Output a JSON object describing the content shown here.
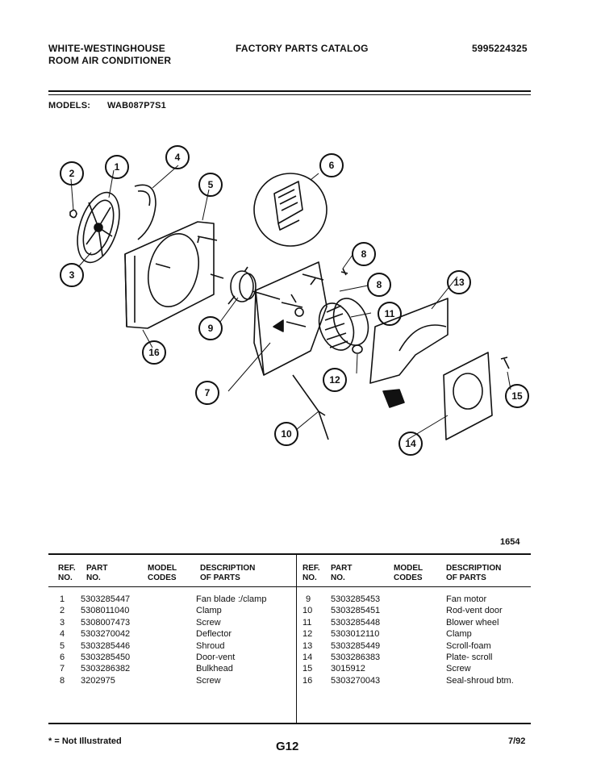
{
  "header": {
    "brand_line1": "WHITE-WESTINGHOUSE",
    "brand_line2": "ROOM AIR CONDITIONER",
    "catalog_title": "FACTORY PARTS CATALOG",
    "catalog_number": "5995224325",
    "models_label": "MODELS:",
    "models_value": "WAB087P7S1"
  },
  "diagram": {
    "figure_number": "1654",
    "callouts": [
      "1",
      "2",
      "3",
      "4",
      "5",
      "6",
      "7",
      "8",
      "9",
      "10",
      "11",
      "12",
      "13",
      "14",
      "15",
      "16"
    ]
  },
  "table": {
    "headers": {
      "ref": "REF.\nNO.",
      "part": "PART\nNO.",
      "model": "MODEL\nCODES",
      "desc": "DESCRIPTION\nOF PARTS"
    },
    "left_rows": [
      {
        "ref": "1",
        "part": "5303285447",
        "desc": "Fan blade :/clamp"
      },
      {
        "ref": "2",
        "part": "5308011040",
        "desc": "Clamp"
      },
      {
        "ref": "3",
        "part": "5308007473",
        "desc": "Screw"
      },
      {
        "ref": "4",
        "part": "5303270042",
        "desc": "Deflector"
      },
      {
        "ref": "5",
        "part": "5303285446",
        "desc": "Shroud"
      },
      {
        "ref": "6",
        "part": "5303285450",
        "desc": "Door-vent"
      },
      {
        "ref": "7",
        "part": "5303286382",
        "desc": "Bulkhead"
      },
      {
        "ref": "8",
        "part": "3202975",
        "desc": "Screw"
      }
    ],
    "right_rows": [
      {
        "ref": "9",
        "part": "5303285453",
        "desc": "Fan motor"
      },
      {
        "ref": "10",
        "part": "5303285451",
        "desc": "Rod-vent door"
      },
      {
        "ref": "11",
        "part": "5303285448",
        "desc": "Blower wheel"
      },
      {
        "ref": "12",
        "part": "5303012110",
        "desc": "Clamp"
      },
      {
        "ref": "13",
        "part": "5303285449",
        "desc": "Scroll-foam"
      },
      {
        "ref": "14",
        "part": "5303286383",
        "desc": "Plate- scroll"
      },
      {
        "ref": "15",
        "part": "3015912",
        "desc": "Screw"
      },
      {
        "ref": "16",
        "part": "5303270043",
        "desc": "Seal-shroud btm."
      }
    ]
  },
  "footer": {
    "note": "* = Not Illustrated",
    "page": "G12",
    "date": "7/92"
  }
}
